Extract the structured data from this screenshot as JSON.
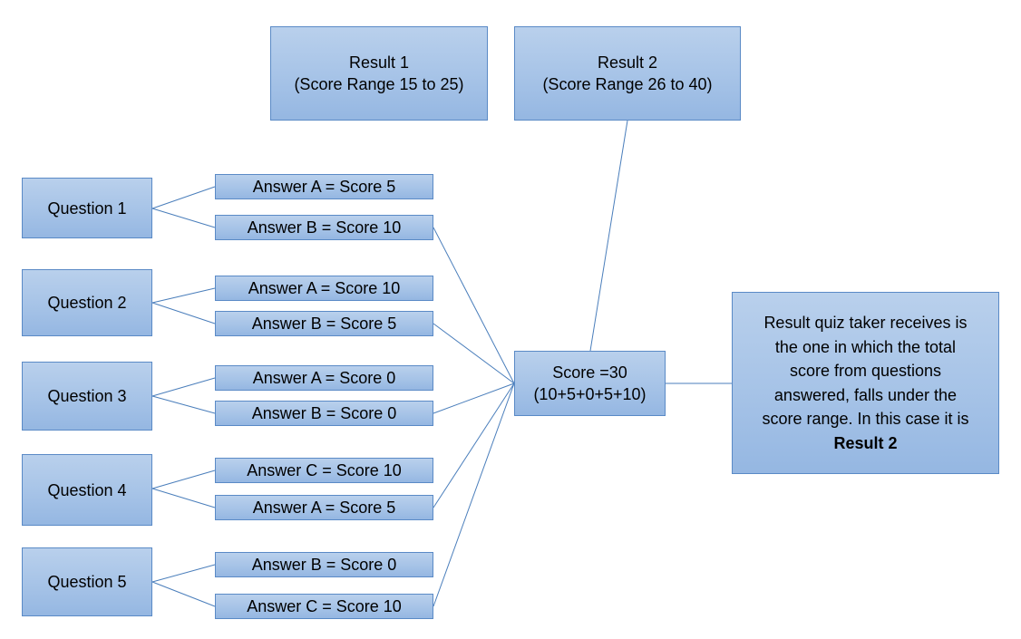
{
  "results": [
    {
      "title": "Result 1",
      "range": "(Score Range 15 to 25)"
    },
    {
      "title": "Result 2",
      "range": "(Score Range 26 to 40)"
    }
  ],
  "questions": [
    {
      "label": "Question 1",
      "answers": [
        "Answer A = Score 5",
        "Answer B = Score 10"
      ]
    },
    {
      "label": "Question 2",
      "answers": [
        "Answer A = Score 10",
        "Answer B = Score 5"
      ]
    },
    {
      "label": "Question 3",
      "answers": [
        "Answer A = Score 0",
        "Answer B = Score 0"
      ]
    },
    {
      "label": "Question 4",
      "answers": [
        "Answer C = Score 10",
        "Answer A = Score 5"
      ]
    },
    {
      "label": "Question 5",
      "answers": [
        "Answer B = Score 0",
        "Answer C = Score 10"
      ]
    }
  ],
  "score": {
    "line1": "Score =30",
    "line2": "(10+5+0+5+10)"
  },
  "note": {
    "lines": [
      "Result quiz taker receives is",
      "the one in which the total",
      "score from questions",
      "answered, falls under the",
      "score range. In this case it is"
    ],
    "emphasis": "Result 2"
  },
  "colors": {
    "box_fill": "#a6c3e7",
    "box_border": "#5a8ac6",
    "connector": "#4a7ebb"
  }
}
